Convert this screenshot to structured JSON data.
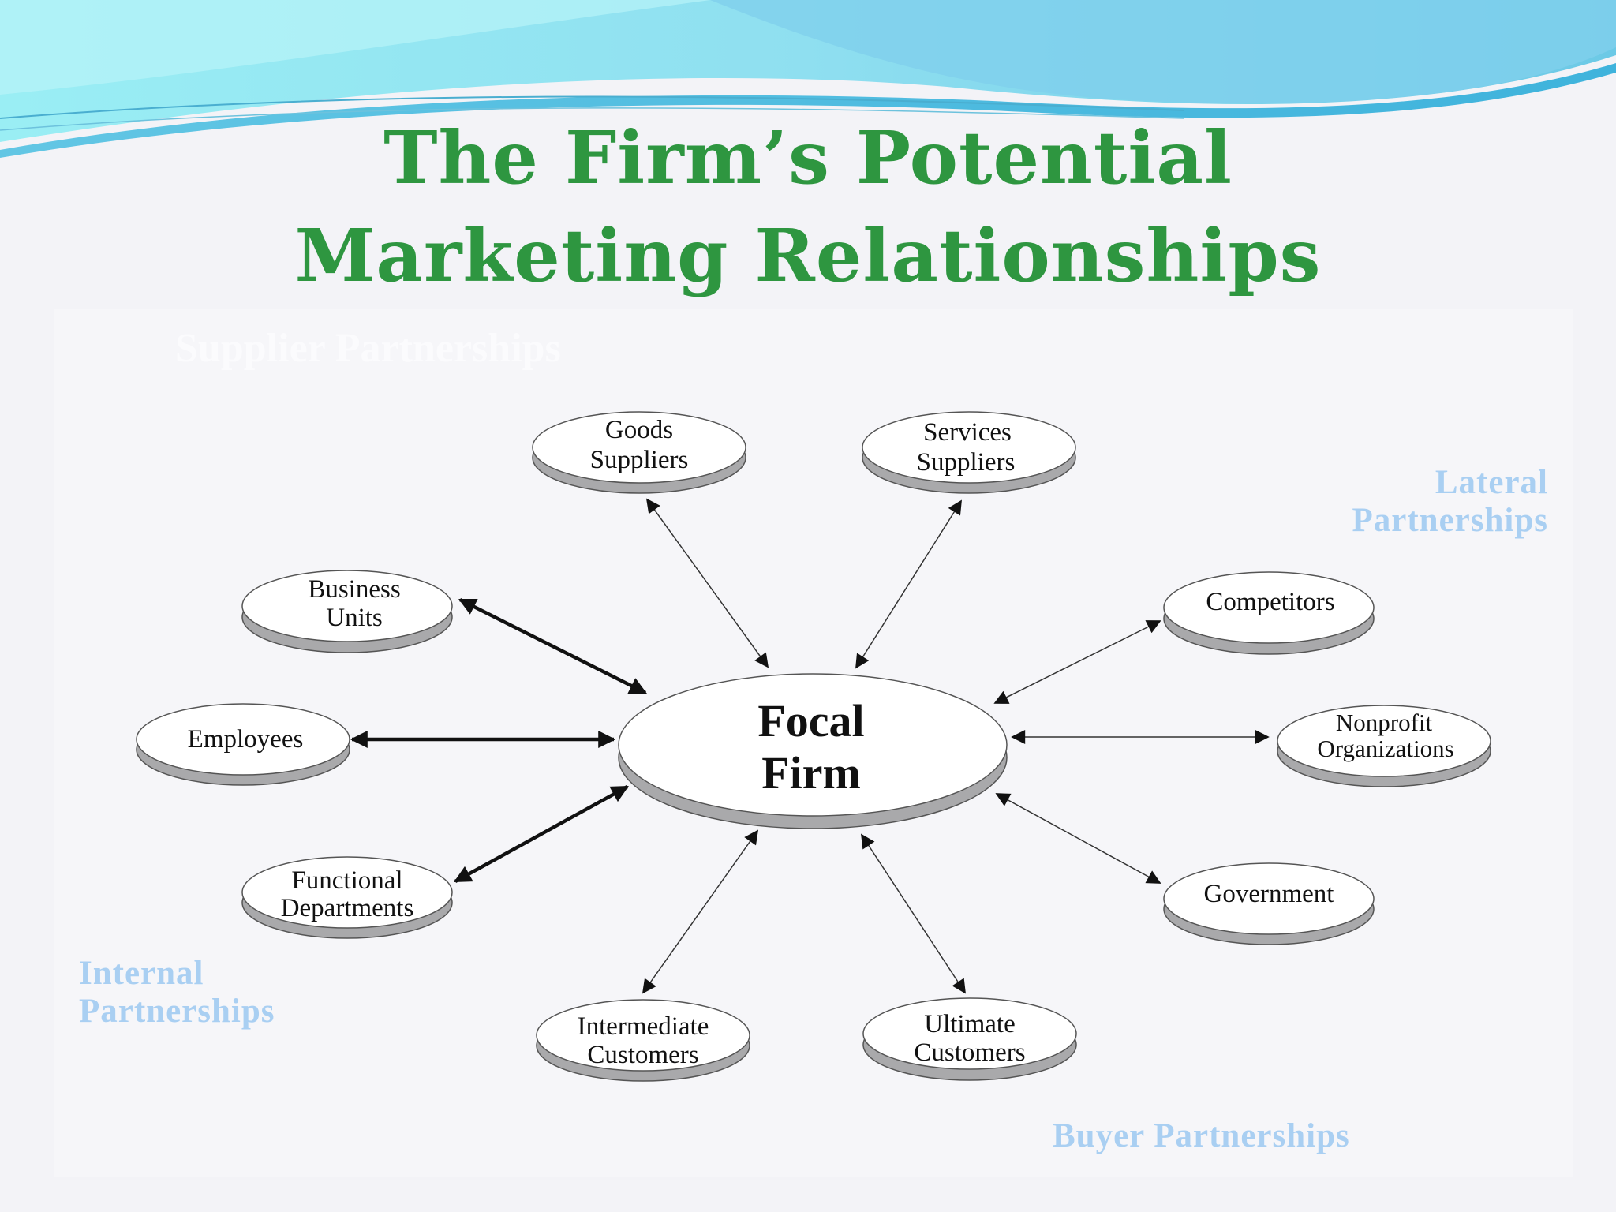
{
  "title": {
    "line1": "The Firm’s Potential",
    "line2": "Marketing Relationships"
  },
  "faint_label": "Supplier Partnerships",
  "sections": {
    "lateral": [
      "Lateral",
      "Partnerships"
    ],
    "internal": [
      "Internal",
      "Partnerships"
    ],
    "buyer": "Buyer Partnerships"
  },
  "center": [
    "Focal",
    "Firm"
  ],
  "nodes": {
    "goods": [
      "Goods",
      "Suppliers"
    ],
    "services": [
      "Services",
      "Suppliers"
    ],
    "business": [
      "Business",
      "Units"
    ],
    "employees": [
      "Employees"
    ],
    "functional": [
      "Functional",
      "Departments"
    ],
    "intermediate": [
      "Intermediate",
      "Customers"
    ],
    "ultimate": [
      "Ultimate",
      "Customers"
    ],
    "competitors": [
      "Competitors"
    ],
    "nonprofit": [
      "Nonprofit",
      "Organizations"
    ],
    "government": [
      "Government"
    ]
  },
  "colors": {
    "title": "#2e9640",
    "section_label": "#a9cff2",
    "wave_light": "#8fe7f2",
    "wave_dark": "#5bbfe0"
  }
}
